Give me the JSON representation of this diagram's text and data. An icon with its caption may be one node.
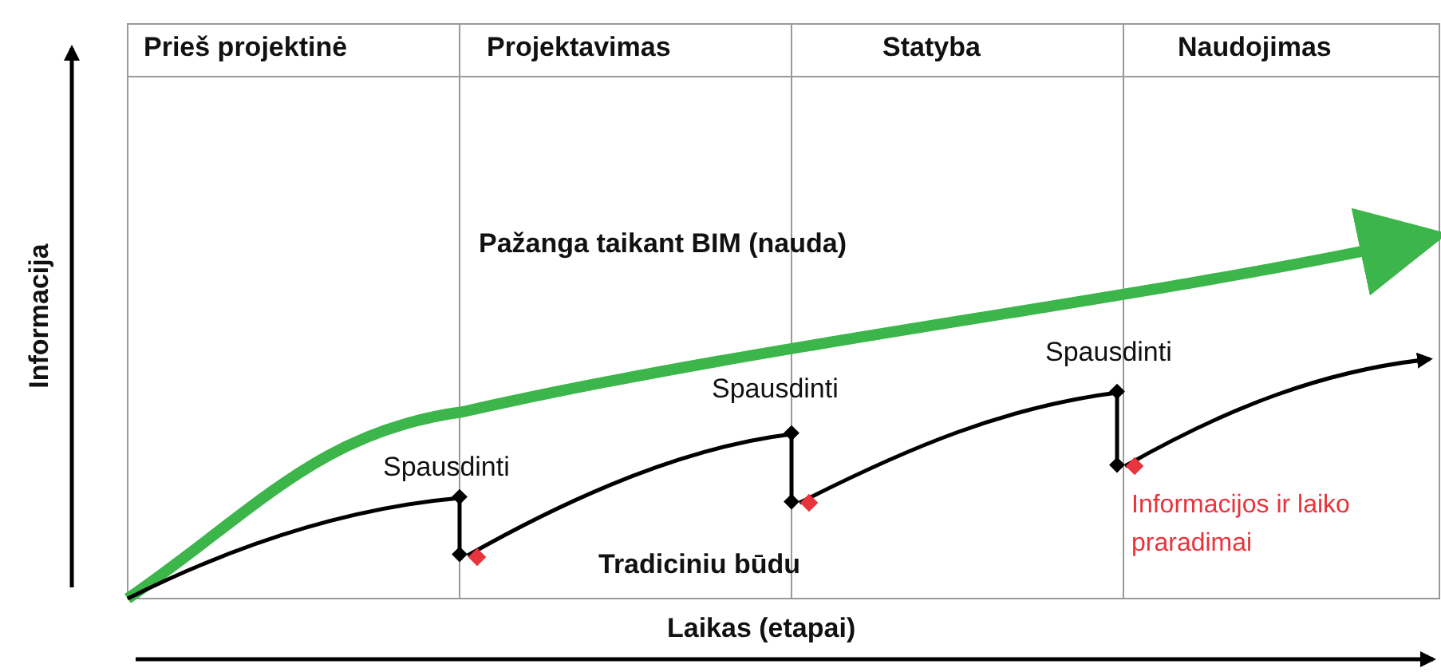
{
  "diagram": {
    "labels": [
      "Prieš projektinė",
      "Projektavimas",
      "Statyba",
      "Naudojimas",
      "Informacija",
      "Pažanga taikant BIM (nauda)",
      "Spausdinti",
      "Spausdinti",
      "Spausdinti",
      "Tradiciniu būdu",
      "Informacijos ir laiko praradimai",
      "Laikas (etapai)"
    ]
  }
}
